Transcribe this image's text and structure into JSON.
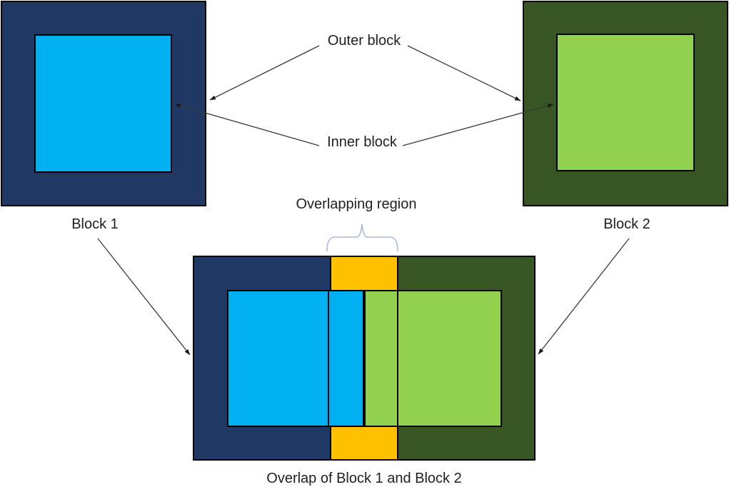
{
  "diagram": {
    "labels": {
      "outer_block": "Outer block",
      "inner_block": "Inner block",
      "block1": "Block 1",
      "block2": "Block 2",
      "overlapping_region": "Overlapping region",
      "caption": "Overlap of Block 1 and Block 2"
    },
    "colors": {
      "block1_outer": "#203864",
      "block1_inner": "#00B0F0",
      "block2_outer": "#375623",
      "block2_inner": "#92D050",
      "overlap": "#FFC000",
      "brace": "#A8BCE0",
      "connector": "#3A3A3A",
      "arrowhead": "#1A1A1A",
      "border": "#000000",
      "background": "#FFFFFF",
      "text": "#1F1F1F"
    }
  }
}
